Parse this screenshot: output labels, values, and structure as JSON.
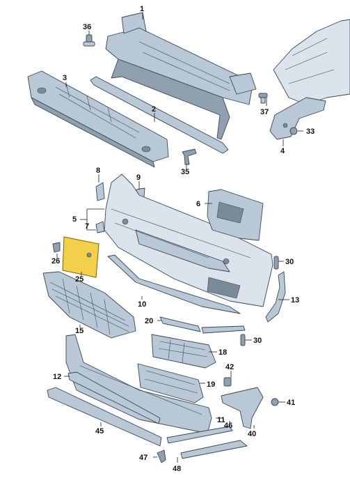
{
  "callouts": [
    {
      "id": "c1",
      "label": "1"
    },
    {
      "id": "c2",
      "label": "2"
    },
    {
      "id": "c3",
      "label": "3"
    },
    {
      "id": "c4",
      "label": "4"
    },
    {
      "id": "c5",
      "label": "5"
    },
    {
      "id": "c6",
      "label": "6"
    },
    {
      "id": "c7",
      "label": "7"
    },
    {
      "id": "c8",
      "label": "8"
    },
    {
      "id": "c9",
      "label": "9"
    },
    {
      "id": "c10",
      "label": "10"
    },
    {
      "id": "c11",
      "label": "11"
    },
    {
      "id": "c12",
      "label": "12"
    },
    {
      "id": "c13",
      "label": "13"
    },
    {
      "id": "c15",
      "label": "15"
    },
    {
      "id": "c18",
      "label": "18"
    },
    {
      "id": "c19",
      "label": "19"
    },
    {
      "id": "c20",
      "label": "20"
    },
    {
      "id": "c25",
      "label": "25"
    },
    {
      "id": "c26",
      "label": "26"
    },
    {
      "id": "c30a",
      "label": "30"
    },
    {
      "id": "c30b",
      "label": "30"
    },
    {
      "id": "c33",
      "label": "33"
    },
    {
      "id": "c35",
      "label": "35"
    },
    {
      "id": "c36",
      "label": "36"
    },
    {
      "id": "c37",
      "label": "37"
    },
    {
      "id": "c40",
      "label": "40"
    },
    {
      "id": "c41",
      "label": "41"
    },
    {
      "id": "c42",
      "label": "42"
    },
    {
      "id": "c45",
      "label": "45"
    },
    {
      "id": "c46",
      "label": "46"
    },
    {
      "id": "c47",
      "label": "47"
    },
    {
      "id": "c48",
      "label": "48"
    }
  ],
  "highlighted_part": "25",
  "colors": {
    "part": "#b9c8d6",
    "highlight": "#f3d04a",
    "line": "#3a4550"
  }
}
